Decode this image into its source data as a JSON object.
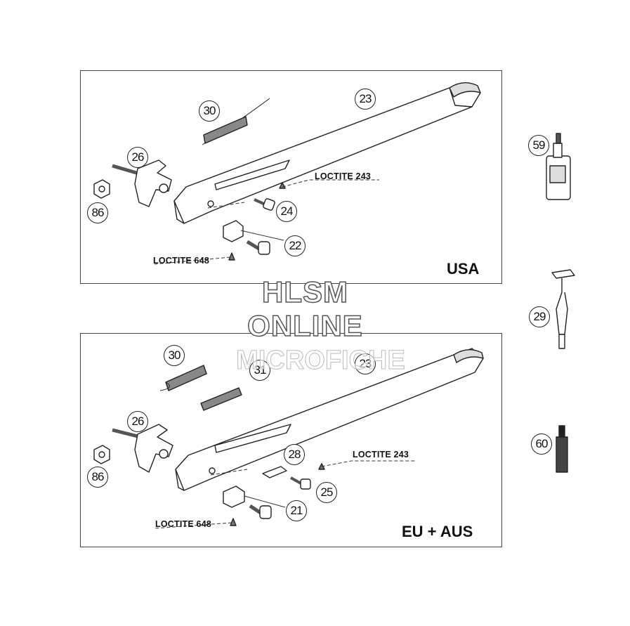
{
  "regions": {
    "usa": "USA",
    "eu": "EU + AUS"
  },
  "notes": {
    "usa_243": "LOCTITE 243",
    "usa_648": "LOCTITE 648",
    "eu_243": "LOCTITE 243",
    "eu_648": "LOCTITE 648"
  },
  "callouts": {
    "usa": [
      "30",
      "23",
      "26",
      "86",
      "24",
      "22"
    ],
    "eu": [
      "30",
      "31",
      "23",
      "26",
      "86",
      "28",
      "25",
      "21"
    ],
    "side": [
      "59",
      "29",
      "60"
    ]
  },
  "watermark": [
    "HLSM",
    "ONLINE",
    "MICROFICHE"
  ],
  "colors": {
    "line": "#222222",
    "box": "#444444",
    "fill": "#ffffff"
  }
}
